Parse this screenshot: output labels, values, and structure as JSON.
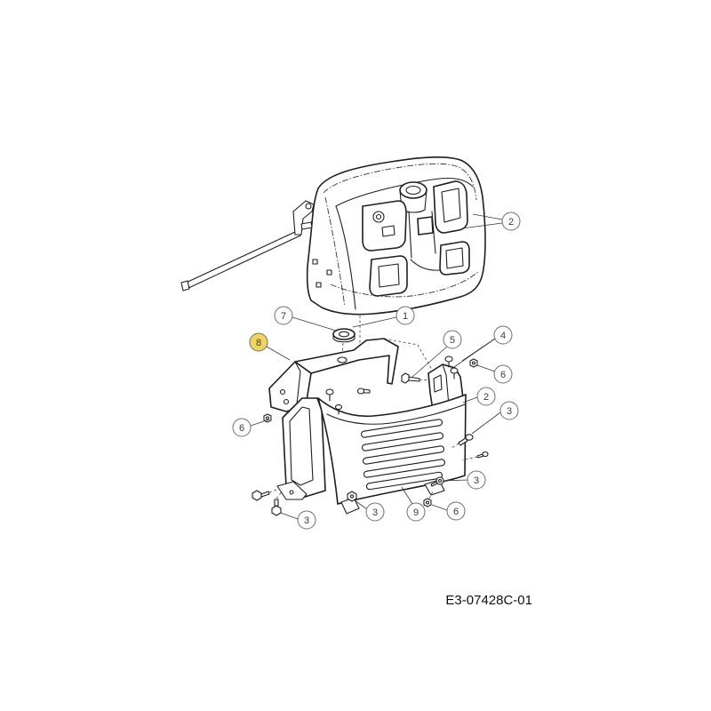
{
  "callouts": [
    {
      "label": "2"
    },
    {
      "label": "7"
    },
    {
      "label": "1"
    },
    {
      "label": "8",
      "highlighted": true
    },
    {
      "label": "5"
    },
    {
      "label": "4"
    },
    {
      "label": "6"
    },
    {
      "label": "2"
    },
    {
      "label": "3"
    },
    {
      "label": "6"
    },
    {
      "label": "3"
    },
    {
      "label": "3"
    },
    {
      "label": "3"
    },
    {
      "label": "9"
    },
    {
      "label": "6"
    }
  ],
  "drawing_code": "E3-07428C-01",
  "colors": {
    "callout_highlight": "#f2d45c"
  }
}
